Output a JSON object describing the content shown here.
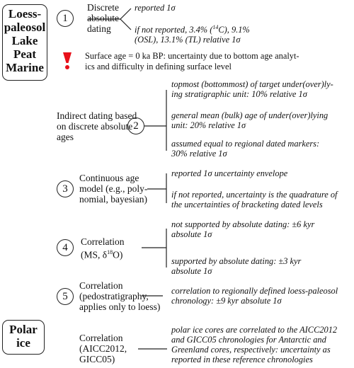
{
  "categories": {
    "terrestrial": "Loess-paleosol Lake Peat Marine",
    "terrestrial_lines": [
      "Loess-",
      "paleosol",
      "Lake",
      "Peat",
      "Marine"
    ],
    "polar_lines": [
      "Polar",
      "ice"
    ]
  },
  "methods": [
    {
      "number": "1",
      "label_lines": [
        "Discrete",
        "absolute",
        "dating"
      ],
      "uncertainties": [
        {
          "lines": [
            "reported 1σ"
          ]
        },
        {
          "lines": [
            "if not reported, 3.4% (",
            "C), 9.1%",
            "(OSL), 13.1% (TL) relative 1σ"
          ],
          "isotope": "14"
        }
      ]
    },
    {
      "number": "2",
      "label_lines": [
        "Indirect dating based",
        "on discrete absolute",
        "ages"
      ],
      "uncertainties": [
        {
          "lines": [
            "topmost (bottommost) of target under(over)ly-",
            "ing stratigraphic unit: 10% relative 1σ"
          ]
        },
        {
          "lines": [
            "general mean (bulk) age of under(over)lying",
            "unit: 20% relative 1σ"
          ]
        },
        {
          "lines": [
            "assumed equal to regional dated markers:",
            "30% relative 1σ"
          ]
        }
      ]
    },
    {
      "number": "3",
      "label_lines": [
        "Continuous age",
        "model (e.g., poly-",
        "nomial, bayesian)"
      ],
      "uncertainties": [
        {
          "lines": [
            "reported 1σ uncertainty envelope"
          ]
        },
        {
          "lines": [
            "if not reported, uncertainty is the quadrature of",
            "the uncertainties of bracketing dated levels"
          ]
        }
      ]
    },
    {
      "number": "4",
      "label_lines": [
        "Correlation",
        "(MS, δ",
        "O)"
      ],
      "label_sup": "18",
      "uncertainties": [
        {
          "lines": [
            "not supported by absolute dating: ±6 kyr",
            "absolute 1σ"
          ]
        },
        {
          "lines": [
            "supported by absolute dating: ±3 kyr",
            "absolute 1σ"
          ]
        }
      ]
    },
    {
      "number": "5",
      "label_lines": [
        "Correlation",
        "(pedostratigraphy,",
        "applies only to loess)"
      ],
      "uncertainties": [
        {
          "lines": [
            "correlation to regionally defined  loess-paleosol",
            "chronology: ±9 kyr absolute 1σ"
          ]
        }
      ]
    },
    {
      "number": "",
      "label_lines": [
        "Correlation",
        "(AICC2012,",
        "GICC05)"
      ],
      "uncertainties": [
        {
          "lines": [
            "polar ice cores are correlated to the AICC2012",
            "and GICC05 chronologies for Antarctic and",
            "Greenland cores, respectively: uncertainty as",
            "reported in these reference chronologies"
          ]
        }
      ]
    }
  ],
  "surface_note": {
    "icon": "exclamation-icon",
    "color": "#e8101a",
    "lines": [
      "Surface age = 0 ka BP: uncertainty due to bottom age analyt-",
      "ics and difficulty in defining surface level"
    ]
  }
}
